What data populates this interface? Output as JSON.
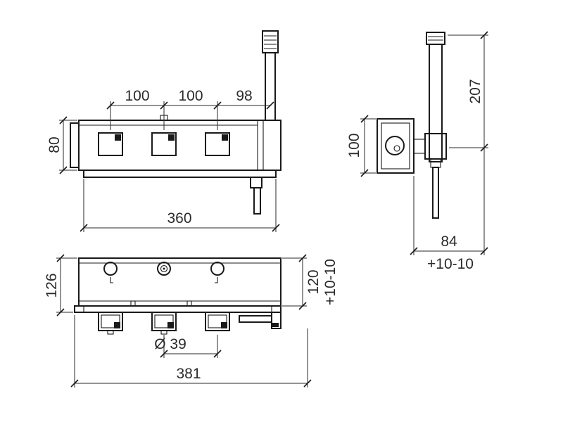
{
  "style": {
    "line_color": "#1a1a1a",
    "text_color": "#2b2b2b",
    "background": "#ffffff"
  },
  "front_view": {
    "dim_spacing_1": "100",
    "dim_spacing_2": "100",
    "dim_spacing_3": "98",
    "dim_body_height": "80",
    "dim_body_width": "360"
  },
  "side_view": {
    "dim_plate_height": "100",
    "dim_shower_height": "207",
    "dim_depth": "84",
    "dim_depth_tolerance": "+10-10"
  },
  "plan_view": {
    "dim_total_depth": "126",
    "dim_body_depth": "120",
    "dim_body_depth_tolerance": "+10-10",
    "dim_valve_diameter": "Ø 39",
    "dim_total_width": "381"
  }
}
